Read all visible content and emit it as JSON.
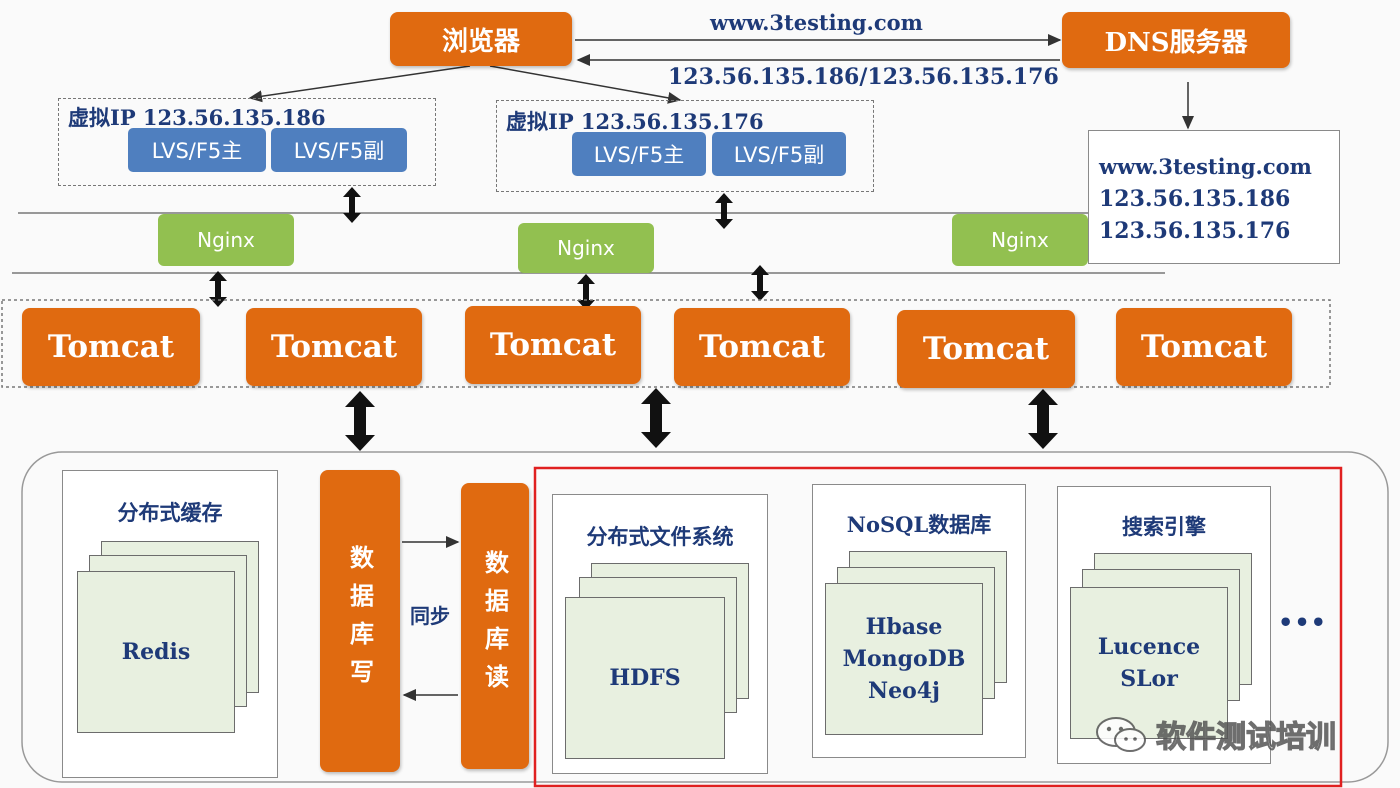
{
  "top": {
    "browser": "浏览器",
    "dns": "DNS服务器",
    "domain_request": "www.3testing.com",
    "ip_response": "123.56.135.186/123.56.135.176",
    "dns_record": [
      "www.3testing.com",
      "123.56.135.186",
      "123.56.135.176"
    ]
  },
  "vip_groups": [
    {
      "label": "虚拟IP 123.56.135.186",
      "main": "LVS/F5主",
      "backup": "LVS/F5副"
    },
    {
      "label": "虚拟IP 123.56.135.176",
      "main": "LVS/F5主",
      "backup": "LVS/F5副"
    }
  ],
  "nginx": [
    "Nginx",
    "Nginx",
    "Nginx"
  ],
  "tomcats": [
    "Tomcat",
    "Tomcat",
    "Tomcat",
    "Tomcat",
    "Tomcat",
    "Tomcat"
  ],
  "storage": {
    "cache": {
      "title": "分布式缓存",
      "item": "Redis"
    },
    "db_write": "数据库写",
    "db_read": "数据库读",
    "sync": "同步",
    "dfs": {
      "title": "分布式文件系统",
      "items": [
        "HDFS"
      ]
    },
    "nosql": {
      "title": "NoSQL数据库",
      "items": [
        "Hbase",
        "MongoDB",
        "Neo4j"
      ]
    },
    "search": {
      "title": "搜索引擎",
      "items": [
        "Lucence",
        "SLor"
      ]
    },
    "more": "•••"
  },
  "watermark": "软件测试培训",
  "colors": {
    "orange": "#e06a10",
    "blue": "#4f7fbf",
    "green": "#92c050",
    "navy": "#1e3a78",
    "red_frame": "#e02020"
  }
}
